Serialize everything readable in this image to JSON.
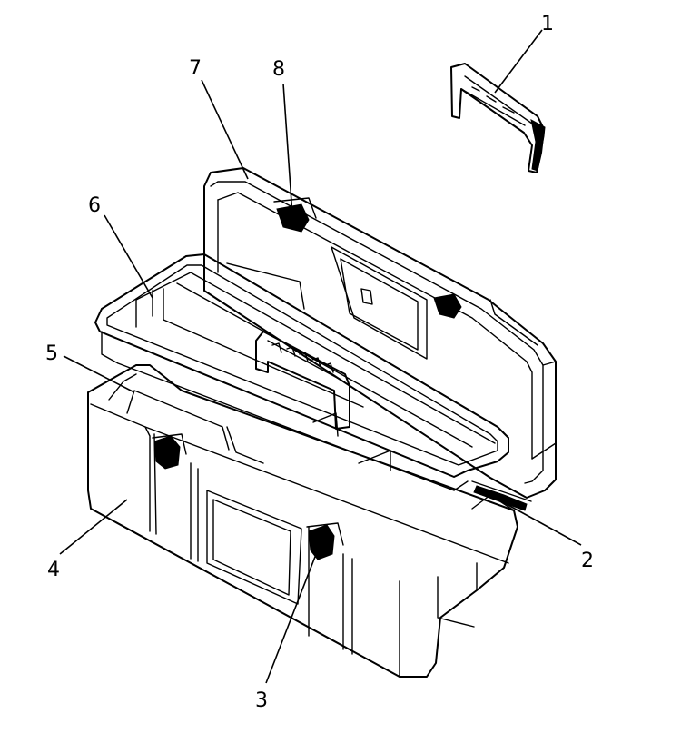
{
  "figure": {
    "description_none": "",
    "callouts": [
      {
        "id": "1",
        "label": "1"
      },
      {
        "id": "2",
        "label": "2"
      },
      {
        "id": "3",
        "label": "3"
      },
      {
        "id": "4",
        "label": "4"
      },
      {
        "id": "5",
        "label": "5"
      },
      {
        "id": "6",
        "label": "6"
      },
      {
        "id": "7",
        "label": "7"
      },
      {
        "id": "8",
        "label": "8"
      }
    ]
  }
}
